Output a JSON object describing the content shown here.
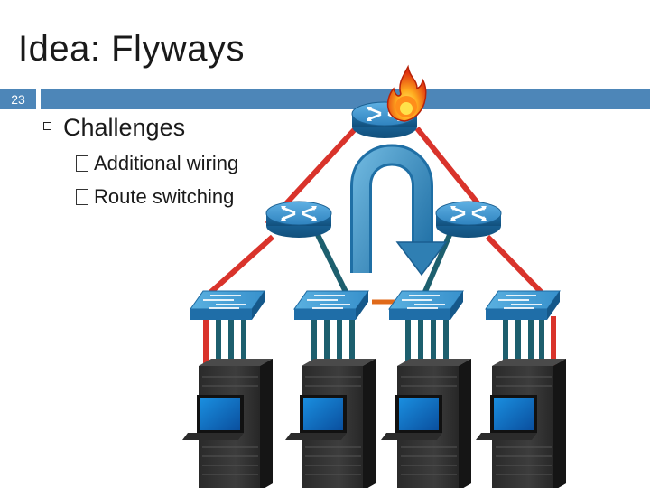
{
  "slide": {
    "title": "Idea: Flyways",
    "number": "23"
  },
  "bullets": {
    "main": "Challenges",
    "subs": [
      "Additional wiring",
      "Route switching"
    ]
  },
  "icons": {
    "router": "router-icon",
    "switch": "switch-icon",
    "server": "server-rack-icon",
    "fire": "fire-icon",
    "reroute_arrow": "curved-arrow-icon"
  },
  "colors": {
    "accent_bar": "#4d86b8",
    "primary_link": "#d9332b",
    "rack_link": "#1d5f6e",
    "flyway_link": "#e06a1a",
    "router": "#3a8fc9",
    "switch": "#3a8fc9",
    "arrow": "#2f7fb3"
  }
}
